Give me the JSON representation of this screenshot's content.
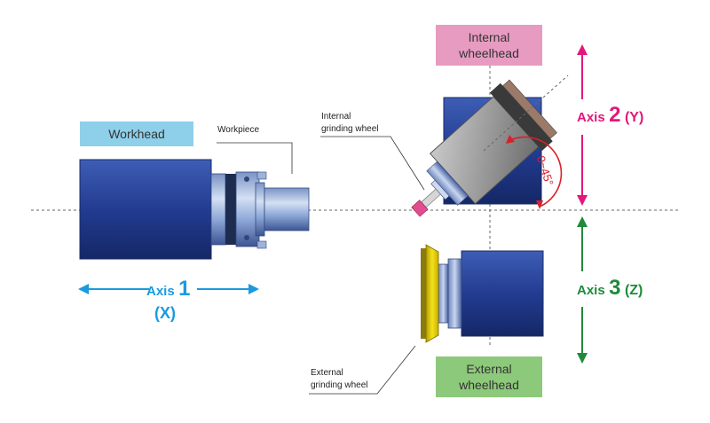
{
  "colors": {
    "workhead_box": "#8ecfe9",
    "internal_box": "#e89bc1",
    "external_box": "#8dc97b",
    "axis1": "#1a9ae0",
    "axis2": "#e3177b",
    "axis3": "#1f8a3a",
    "angle": "#d8202a",
    "machine_blue": "#243d8f"
  },
  "labels": {
    "workhead": "Workhead",
    "workpiece": "Workpiece",
    "internal_grinding_wheel": [
      "Internal",
      "grinding wheel"
    ],
    "internal_wheelhead": [
      "Internal",
      "wheelhead"
    ],
    "external_grinding_wheel": [
      "External",
      "grinding wheel"
    ],
    "external_wheelhead": [
      "External",
      "wheelhead"
    ],
    "angle": "0~45°"
  },
  "axes": {
    "axis1": {
      "prefix": "Axis",
      "number": "1",
      "letter": "(X)"
    },
    "axis2": {
      "prefix": "Axis",
      "number": "2",
      "letter": "(Y)"
    },
    "axis3": {
      "prefix": "Axis",
      "number": "3",
      "letter": "(Z)"
    }
  }
}
